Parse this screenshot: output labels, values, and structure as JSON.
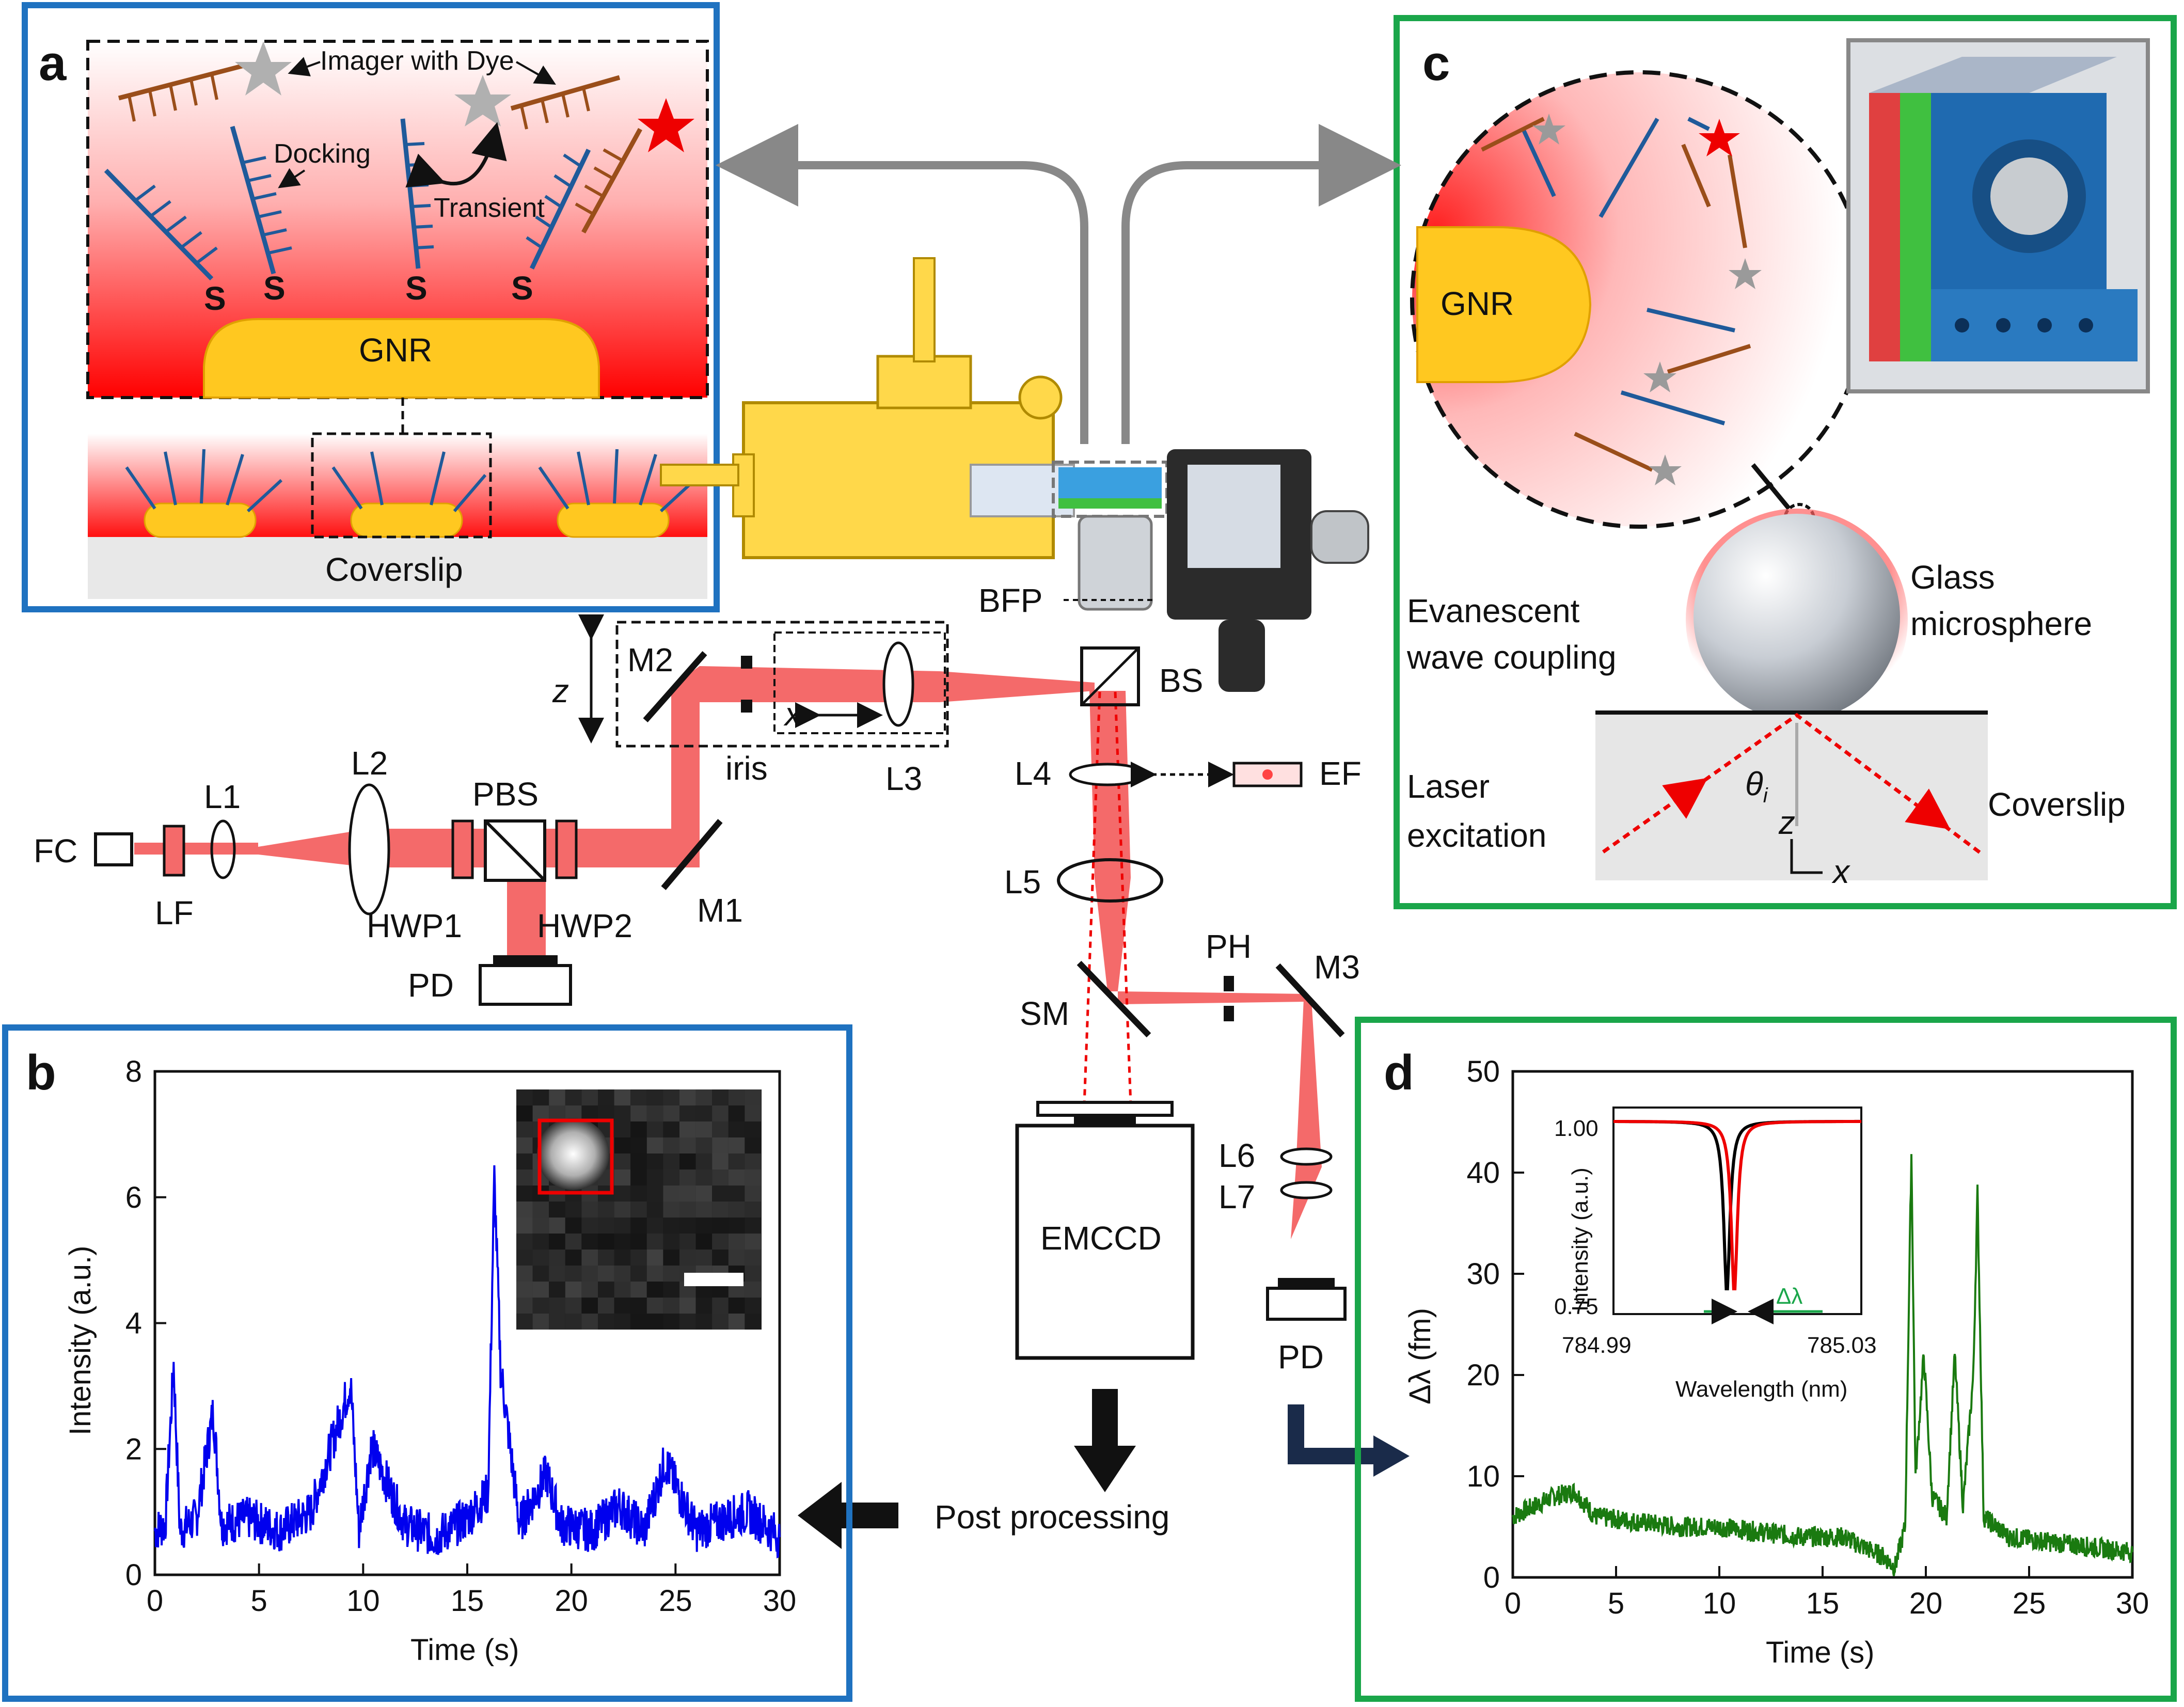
{
  "panels": {
    "a": {
      "letter": "a",
      "imager_label": "Imager with Dye",
      "docking_label": "Docking",
      "transient_label": "Transient",
      "gnr_label": "GNR",
      "coverslip_label": "Coverslip",
      "thiol": "S"
    },
    "b": {
      "letter": "b",
      "xlabel": "Time (s)",
      "ylabel": "Intensity (a.u.)",
      "xticks": [
        "0",
        "5",
        "10",
        "15",
        "20",
        "25",
        "30"
      ],
      "yticks": [
        "0",
        "2",
        "4",
        "6",
        "8"
      ]
    },
    "c": {
      "letter": "c",
      "gnr_label": "GNR",
      "evanescent_label_1": "Evanescent",
      "evanescent_label_2": "wave coupling",
      "glass_label_1": "Glass",
      "glass_label_2": "microsphere",
      "laser_label_1": "Laser",
      "laser_label_2": "excitation",
      "coverslip_label": "Coverslip",
      "theta_label": "θ",
      "theta_sub": "i",
      "z_axis": "z",
      "x_axis": "x"
    },
    "d": {
      "letter": "d",
      "xlabel": "Time (s)",
      "ylabel": "Δλ (fm)",
      "xticks": [
        "0",
        "5",
        "10",
        "15",
        "20",
        "25",
        "30"
      ],
      "yticks": [
        "0",
        "10",
        "20",
        "30",
        "40",
        "50"
      ],
      "inset_ylabel": "Intensity (a.u.)",
      "inset_xlabel": "Wavelength (nm)",
      "inset_xticks": [
        "784.99",
        "785.03"
      ],
      "inset_yticks": [
        "0.75",
        "1.00"
      ],
      "inset_delta": "Δλ"
    }
  },
  "optics": {
    "FC": "FC",
    "LF": "LF",
    "L1": "L1",
    "L2": "L2",
    "PBS": "PBS",
    "HWP1": "HWP1",
    "HWP2": "HWP2",
    "PD1": "PD",
    "M1": "M1",
    "M2": "M2",
    "iris": "iris",
    "L3": "L3",
    "z": "z",
    "x": "x",
    "BS": "BS",
    "BFP": "BFP",
    "L4": "L4",
    "EF": "EF",
    "L5": "L5",
    "SM": "SM",
    "PH": "PH",
    "M3": "M3",
    "L6": "L6",
    "L7": "L7",
    "PD2": "PD",
    "EMCCD": "EMCCD",
    "post": "Post processing"
  },
  "colors": {
    "blue_box": "#1f72c0",
    "green_box": "#1aa64a",
    "beam": "#f46a6a",
    "trace_b": "#0000ee",
    "trace_d": "#1a7a10",
    "gnr": "#ffc820",
    "dna": "#1f5a9a",
    "imager": "#9a4e1a"
  },
  "chart_data": [
    {
      "type": "line",
      "panel": "b",
      "xlabel": "Time (s)",
      "ylabel": "Intensity (a.u.)",
      "xlim": [
        0,
        30
      ],
      "ylim": [
        0,
        8
      ],
      "baseline": 0.7,
      "series": [
        {
          "x": [
            0,
            0.5,
            0.9,
            1.2,
            2.0,
            2.8,
            3.2,
            4.5,
            6.0,
            7.5,
            9.4,
            9.8,
            10.4,
            12.0,
            13.5,
            15.0,
            16.0,
            16.3,
            16.6,
            17.5,
            18.8,
            19.5,
            21.0,
            22.3,
            23.5,
            24.5,
            26.0,
            27.5,
            28.5,
            30
          ],
          "values": [
            0.7,
            0.8,
            3.35,
            0.7,
            0.9,
            2.6,
            0.8,
            0.9,
            0.7,
            1.0,
            3.05,
            0.7,
            2.05,
            0.8,
            0.6,
            0.9,
            1.3,
            6.3,
            3.3,
            0.8,
            1.6,
            0.8,
            0.7,
            1.1,
            0.7,
            1.8,
            0.7,
            0.9,
            1.0,
            0.6
          ]
        }
      ]
    },
    {
      "type": "line",
      "panel": "d",
      "xlabel": "Time (s)",
      "ylabel": "Δλ (fm)",
      "xlim": [
        0,
        30
      ],
      "ylim": [
        0,
        50
      ],
      "series": [
        {
          "x": [
            0,
            1,
            2,
            3,
            4,
            6,
            8,
            10,
            12,
            14,
            16,
            17,
            18,
            18.5,
            19.0,
            19.3,
            19.5,
            19.9,
            20.3,
            21.0,
            21.4,
            21.8,
            22.3,
            22.5,
            22.8,
            24,
            26,
            28,
            30
          ],
          "values": [
            6,
            7,
            8,
            8.5,
            6,
            5.5,
            5,
            5,
            4.5,
            4,
            4,
            3,
            2,
            1,
            5,
            42,
            10,
            22,
            8,
            6,
            22,
            7,
            20,
            38,
            6,
            4,
            3.5,
            3,
            2.5
          ]
        }
      ]
    },
    {
      "type": "line",
      "panel": "d-inset",
      "xlabel": "Wavelength (nm)",
      "ylabel": "Intensity (a.u.)",
      "xlim": [
        784.99,
        785.03
      ],
      "ylim": [
        0.75,
        1.0
      ],
      "series": [
        {
          "color": "#000000",
          "dip_center": 785.0083,
          "dip_min": 0.75,
          "width": 0.0012
        },
        {
          "color": "#ee0000",
          "dip_center": 785.0095,
          "dip_min": 0.75,
          "width": 0.0012
        }
      ]
    }
  ]
}
